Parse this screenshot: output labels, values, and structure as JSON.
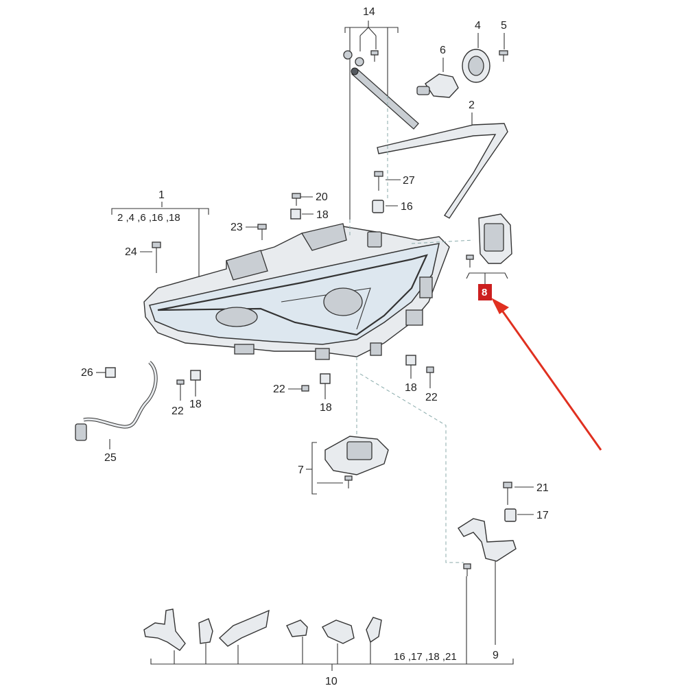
{
  "labels": {
    "l1": "1",
    "l1_sub": "2 ,4 ,6 ,16 ,18",
    "l2": "2",
    "l4": "4",
    "l5": "5",
    "l6": "6",
    "l7": "7",
    "l8": "8",
    "l9": "9",
    "l10": "10",
    "l10_sub": "16 ,17 ,18 ,21",
    "l14": "14",
    "l16": "16",
    "l17": "17",
    "l18a": "18",
    "l18b": "18",
    "l18c": "18",
    "l18d": "18",
    "l20": "20",
    "l21": "21",
    "l22a": "22",
    "l22b": "22",
    "l22c": "22",
    "l23": "23",
    "l24": "24",
    "l25": "25",
    "l26": "26",
    "l27": "27"
  },
  "colors": {
    "highlight_box": "#cc1f1f",
    "arrow": "#e03020",
    "leader": "#333333"
  },
  "highlight": {
    "part": "8"
  }
}
